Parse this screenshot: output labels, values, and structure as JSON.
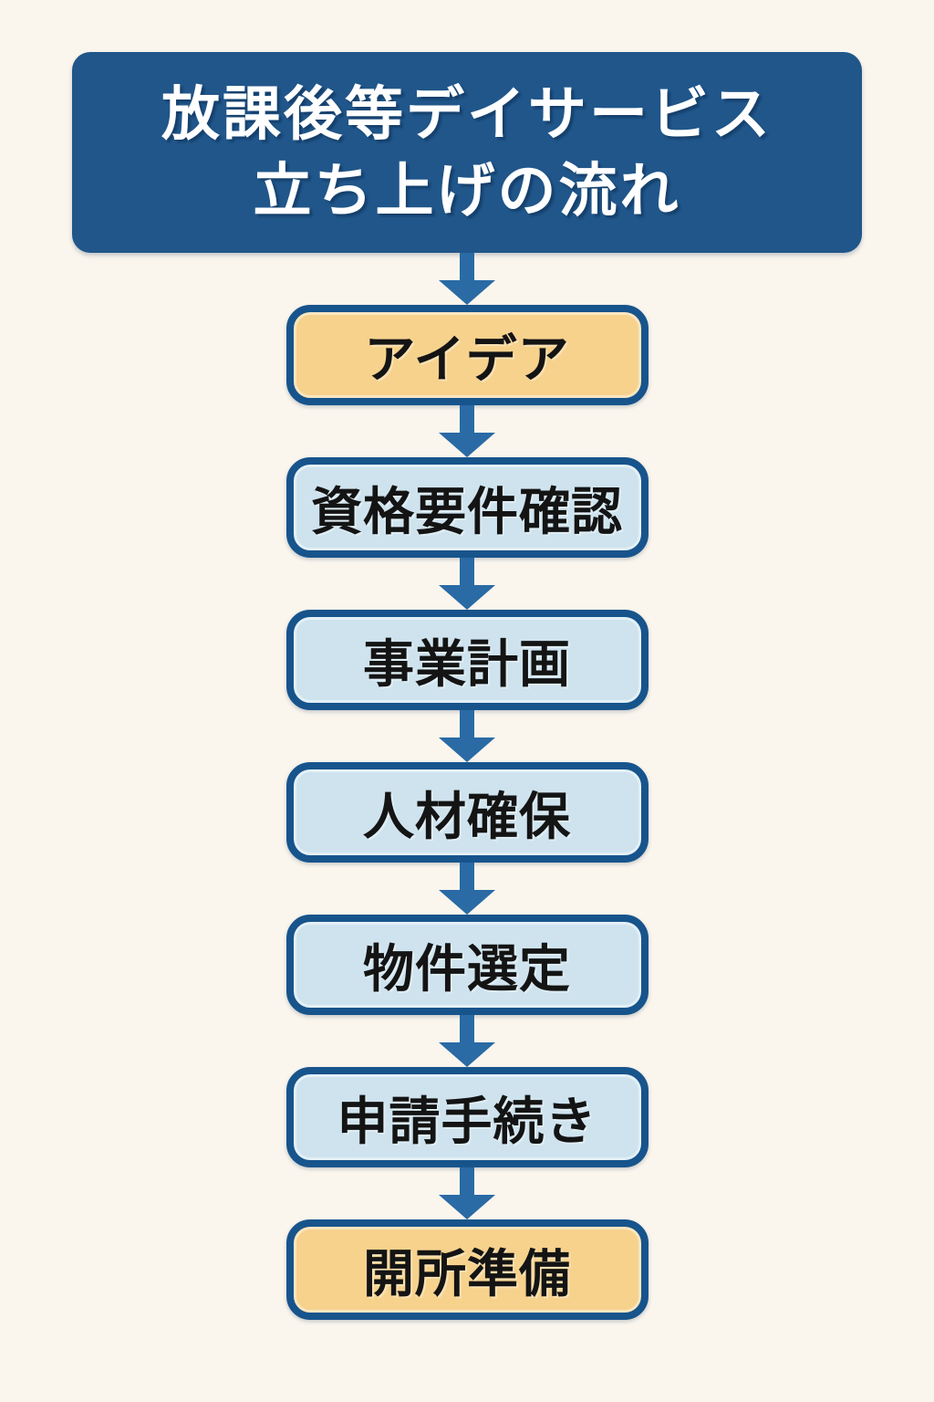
{
  "page": {
    "background": "#faf6ee"
  },
  "header": {
    "title_line1": "放課後等デイサービス",
    "title_line2": "立ち上げの流れ",
    "background": "#20568a",
    "text_color": "#ffffff"
  },
  "flow": {
    "arrow_color": "#2a6aa5",
    "border_color": "#17548c",
    "label_color": "#141414",
    "steps": [
      {
        "label": "アイデア",
        "variant": "highlight",
        "fill": "#f6d28d"
      },
      {
        "label": "資格要件確認",
        "variant": "normal",
        "fill": "#cee3ee"
      },
      {
        "label": "事業計画",
        "variant": "normal",
        "fill": "#cee3ee"
      },
      {
        "label": "人材確保",
        "variant": "normal",
        "fill": "#cee3ee"
      },
      {
        "label": "物件選定",
        "variant": "normal",
        "fill": "#cee3ee"
      },
      {
        "label": "申請手続き",
        "variant": "normal",
        "fill": "#cee3ee"
      },
      {
        "label": "開所準備",
        "variant": "highlight",
        "fill": "#f6d28d"
      }
    ]
  }
}
